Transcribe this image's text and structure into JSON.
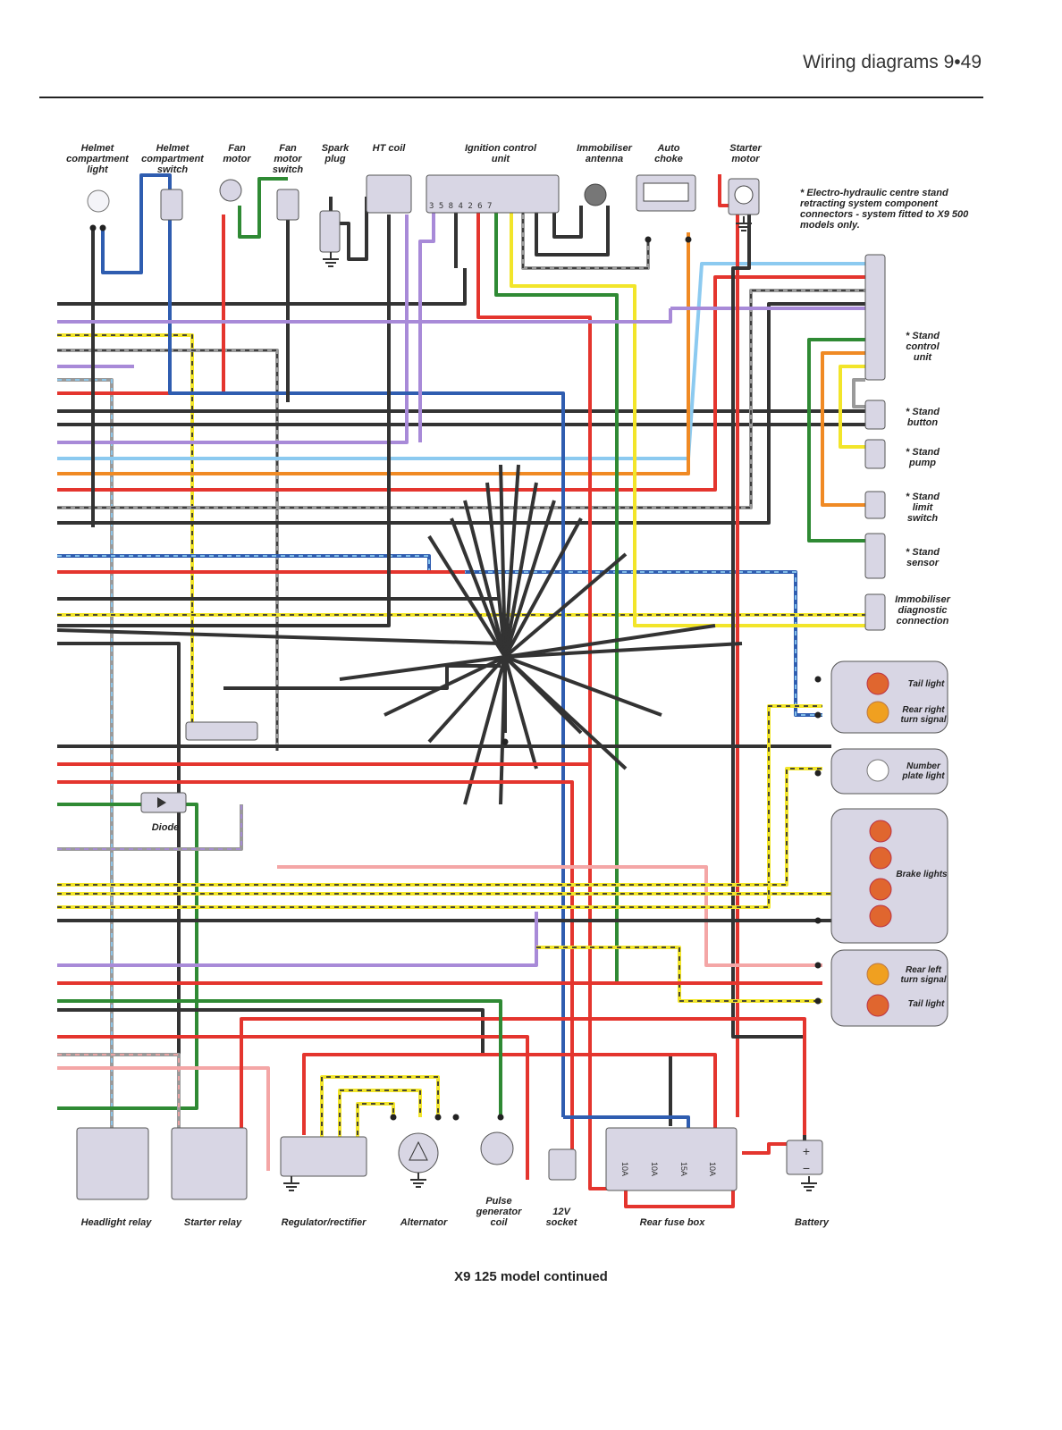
{
  "header": {
    "title": "Wiring diagrams  9•49"
  },
  "note": "* Electro-hydraulic centre stand retracting system component connectors - system fitted to X9 500 models only.",
  "caption": "X9 125 model continued",
  "top_labels": [
    "Helmet\ncompartment\nlight",
    "Helmet\ncompartment\nswitch",
    "Fan\nmotor",
    "Fan\nmotor\nswitch",
    "Spark\nplug",
    "HT coil",
    "Ignition control\nunit",
    "Immobiliser\nantenna",
    "Auto\nchoke",
    "Starter\nmotor"
  ],
  "ignition_pins": "3 5 8 4 2 6 7",
  "right_labels": [
    "* Stand\ncontrol\nunit",
    "* Stand\nbutton",
    "* Stand\npump",
    "* Stand\nlimit\nswitch",
    "* Stand\nsensor",
    "Immobiliser\ndiagnostic\nconnection"
  ],
  "lamp_labels": [
    "Tail light",
    "Rear right\nturn signal",
    "Number\nplate light",
    "Brake lights",
    "Rear left\nturn signal",
    "Tail light"
  ],
  "bottom_labels": [
    "Headlight relay",
    "Starter relay",
    "Regulator/rectifier",
    "Alternator",
    "Pulse\ngenerator\ncoil",
    "12V\nsocket",
    "Rear fuse box",
    "Battery"
  ],
  "mid_labels": {
    "diode": "Diode"
  },
  "fuses": [
    "10A",
    "10A",
    "15A",
    "10A"
  ],
  "colors": {
    "black": "#333333",
    "red": "#e4352e",
    "blue": "#2f5db0",
    "green": "#2f8a34",
    "yellow": "#f2e52a",
    "light_blue": "#8ccaf0",
    "violet": "#a88ad8",
    "orange": "#f08a24",
    "grey": "#9a9a9a",
    "pink": "#f4a6a6",
    "component_fill": "#d8d6e4"
  }
}
